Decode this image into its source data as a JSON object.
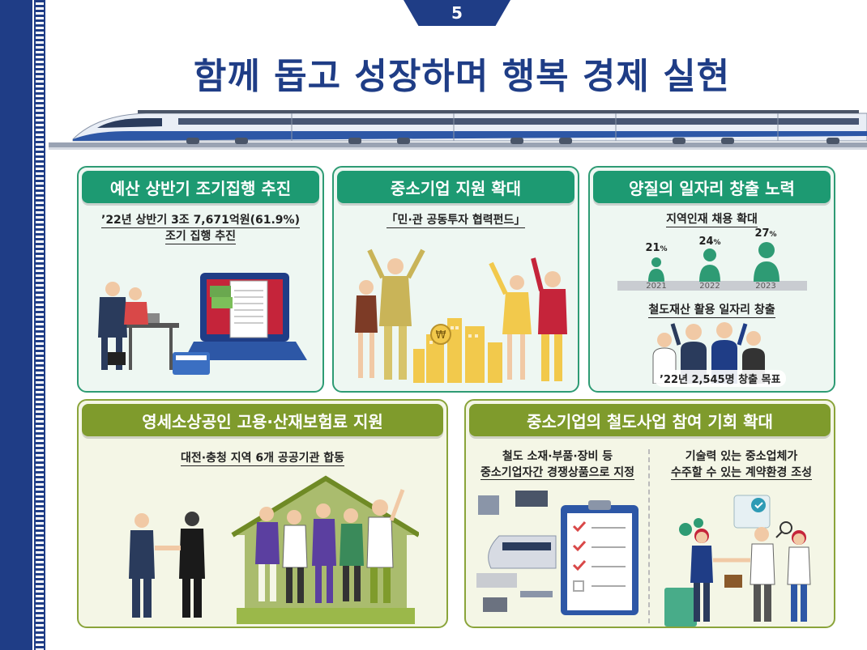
{
  "page_number": "5",
  "title": "함께 돕고 성장하며 행복 경제 실현",
  "cards": {
    "budget": {
      "heading": "예산 상반기 조기집행 추진",
      "line1": "’22년 상반기 3조 7,671억원(61.9%)",
      "line2": "조기 집행 추진"
    },
    "sme_support": {
      "heading": "중소기업 지원 확대",
      "line1": "「민·관 공동투자 협력펀드」"
    },
    "jobs": {
      "heading": "양질의 일자리 창출 노력",
      "sub1": "지역인재 채용 확대",
      "stats": [
        {
          "year": "2021",
          "value": "21",
          "unit": "%"
        },
        {
          "year": "2022",
          "value": "24",
          "unit": "%"
        },
        {
          "year": "2023",
          "value": "27",
          "unit": "%"
        }
      ],
      "sub2": "철도재산 활용 일자리 창출",
      "target": "’22년 2,545명 창출 목표"
    },
    "small_biz": {
      "heading": "영세소상공인 고용·산재보험료 지원",
      "line1": "대전·충청 지역 6개 공공기관 합동"
    },
    "rail_sme": {
      "heading": "중소기업의 철도사업 참여 기회 확대",
      "left_line1": "철도 소재·부품·장비 등",
      "left_line2": "중소기업자간 경쟁상품으로 지정",
      "right_line1": "기술력 있는 중소업체가",
      "right_line2": "수주할 수 있는 계약환경 조성"
    }
  },
  "colors": {
    "navy": "#1f3d86",
    "green": "#1d9a72",
    "olive": "#7f9b2c"
  }
}
